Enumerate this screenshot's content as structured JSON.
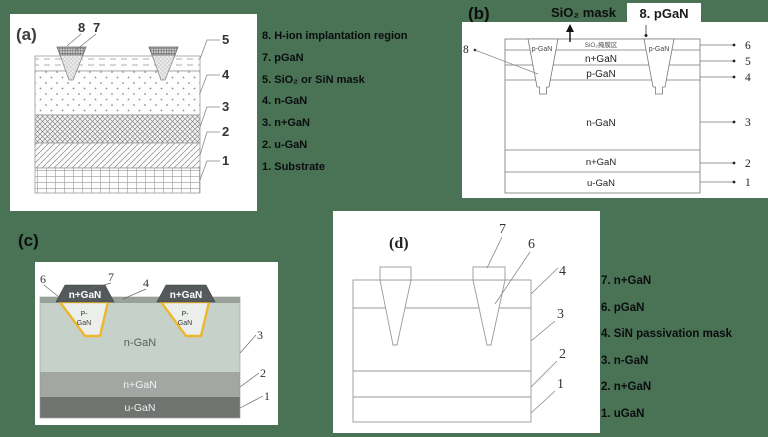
{
  "colors": {
    "background": "#4a7254",
    "panel": "#ffffff",
    "line_gray": "#8a8a8a",
    "yellow_outline": "#ecb62f",
    "c_body": "#c6d2c9",
    "c_nplus": "#a2a7a4",
    "c_u": "#6f7471",
    "c_cap": "#54595c"
  },
  "panel_a": {
    "tag": "(a)",
    "callout_8": "8",
    "callout_7": "7",
    "right_callouts": [
      "5",
      "4",
      "3",
      "2",
      "1"
    ],
    "legend": [
      "8. H-ion implantation region",
      "7. pGaN",
      "5. SiO₂ or SiN mask",
      "4. n-GaN",
      "3. n+GaN",
      "2. u-GaN",
      "1. Substrate"
    ]
  },
  "panel_b": {
    "tag": "(b)",
    "mask_callout": "SiO₂ mask",
    "pgan_callout": "8. pGaN",
    "left_callout": "8",
    "right_callouts": [
      "6",
      "5",
      "4",
      "3",
      "2",
      "1"
    ],
    "sio2_strip": "SiO₂掩膜区",
    "layer_nplus_top": "n+GaN",
    "layer_p": "p-GaN",
    "layer_n": "n-GaN",
    "layer_nplus": "n+GaN",
    "layer_u": "u-GaN",
    "trench_label": "p-GaN"
  },
  "panel_c": {
    "tag": "(c)",
    "callout_6": "6",
    "callout_7": "7",
    "callout_4": "4",
    "callout_3": "3",
    "callout_2": "2",
    "callout_1": "1",
    "cap_label": "n+GaN",
    "trench_line1": "P-",
    "trench_line2": "GaN",
    "layer_n": "n-GaN",
    "layer_nplus": "n+GaN",
    "layer_u": "u-GaN"
  },
  "panel_d": {
    "tag": "(d)",
    "callout_7": "7",
    "callout_6": "6",
    "callout_4": "4",
    "callout_3": "3",
    "callout_2": "2",
    "callout_1": "1",
    "legend": [
      "7. n+GaN",
      "6. pGaN",
      "4. SiN passivation mask",
      "3. n-GaN",
      "2. n+GaN",
      "1. uGaN"
    ]
  }
}
